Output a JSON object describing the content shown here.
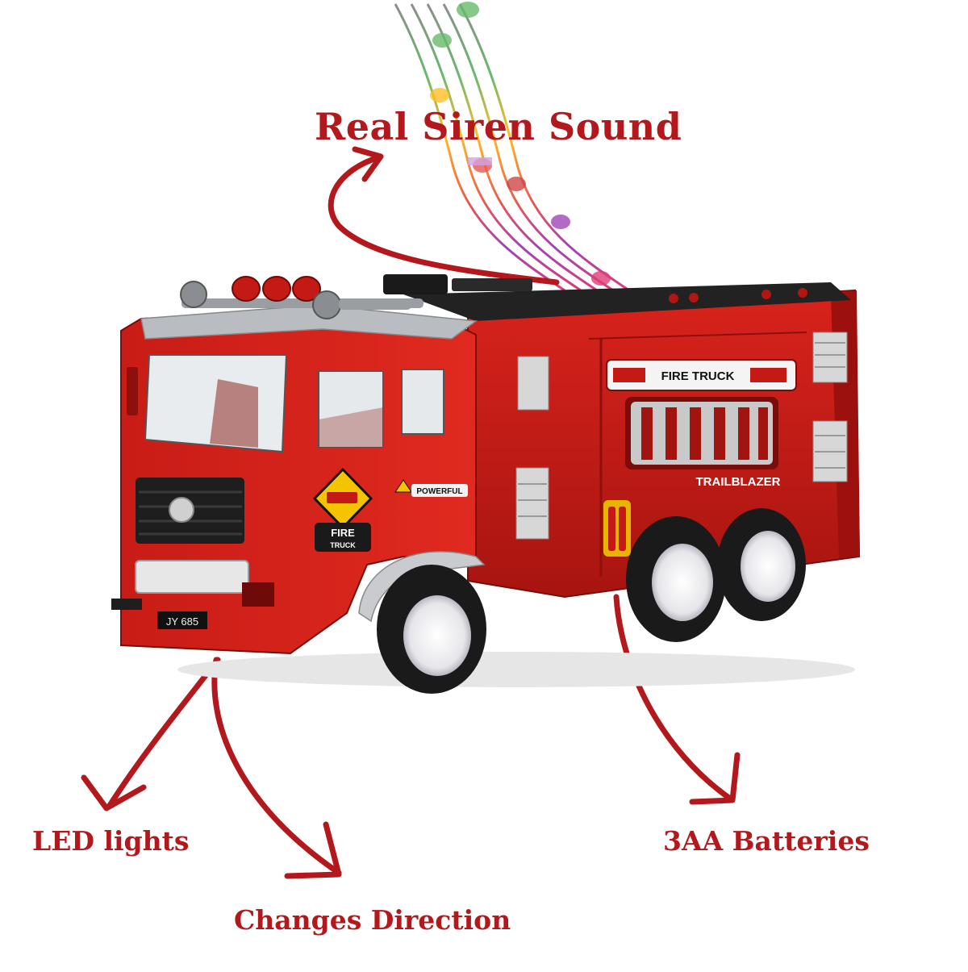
{
  "features": {
    "siren": "Real Siren Sound",
    "led": "LED lights",
    "direction": "Changes Direction",
    "batteries": "3AA Batteries"
  },
  "truck": {
    "door_badge_top": "FIRE",
    "door_badge_bottom": "TRUCK",
    "powerful_sticker": "POWERFUL",
    "side_sign": "FIRE TRUCK",
    "trailblazer_sign": "TRAILBLAZER",
    "plate": "JY 685"
  },
  "colors": {
    "label_text": "#b3191c",
    "arrow": "#b3191c",
    "truck_red": "#c41a16",
    "truck_dark_red": "#8e0f0c",
    "chrome": "#b9bcc0",
    "background": "#ffffff"
  },
  "icons": [
    "music-note-icon",
    "siren-light-icon",
    "hazard-sign-icon",
    "fire-extinguisher-icon"
  ]
}
